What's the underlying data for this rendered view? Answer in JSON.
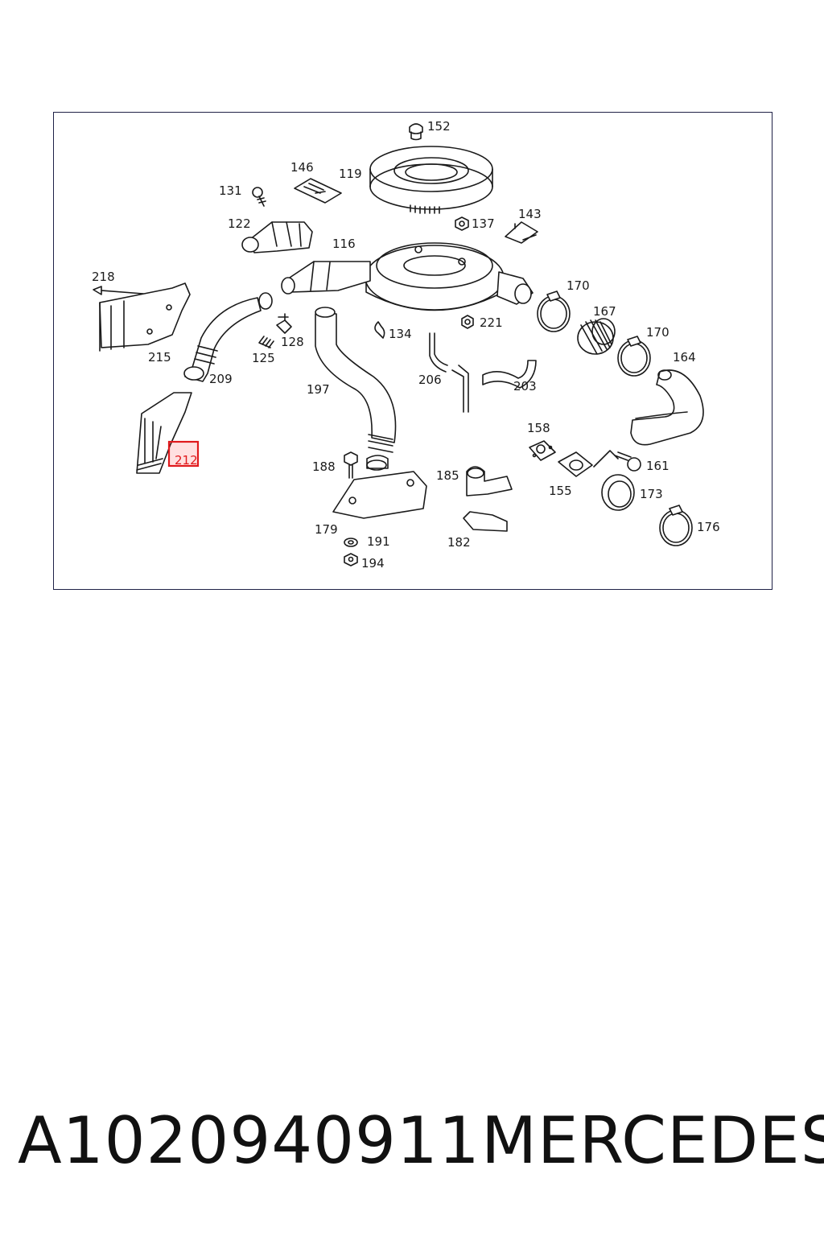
{
  "diagram": {
    "labels": {
      "l152": "152",
      "l146": "146",
      "l119": "119",
      "l131": "131",
      "l122": "122",
      "l143": "143",
      "l137": "137",
      "l116": "116",
      "l218": "218",
      "l170a": "170",
      "l167": "167",
      "l170b": "170",
      "l164": "164",
      "l215": "215",
      "l125": "125",
      "l128": "128",
      "l134": "134",
      "l221": "221",
      "l209": "209",
      "l197": "197",
      "l206": "206",
      "l203": "203",
      "l212": "212",
      "l158": "158",
      "l161": "161",
      "l188": "188",
      "l185": "185",
      "l155": "155",
      "l173": "173",
      "l179": "179",
      "l191": "191",
      "l182": "182",
      "l176": "176",
      "l194": "194"
    },
    "highlight_color": "#e0191c",
    "frame_color": "#1f2147"
  },
  "footer": {
    "part_number": "A1020940911",
    "brand": "MERCEDES"
  }
}
